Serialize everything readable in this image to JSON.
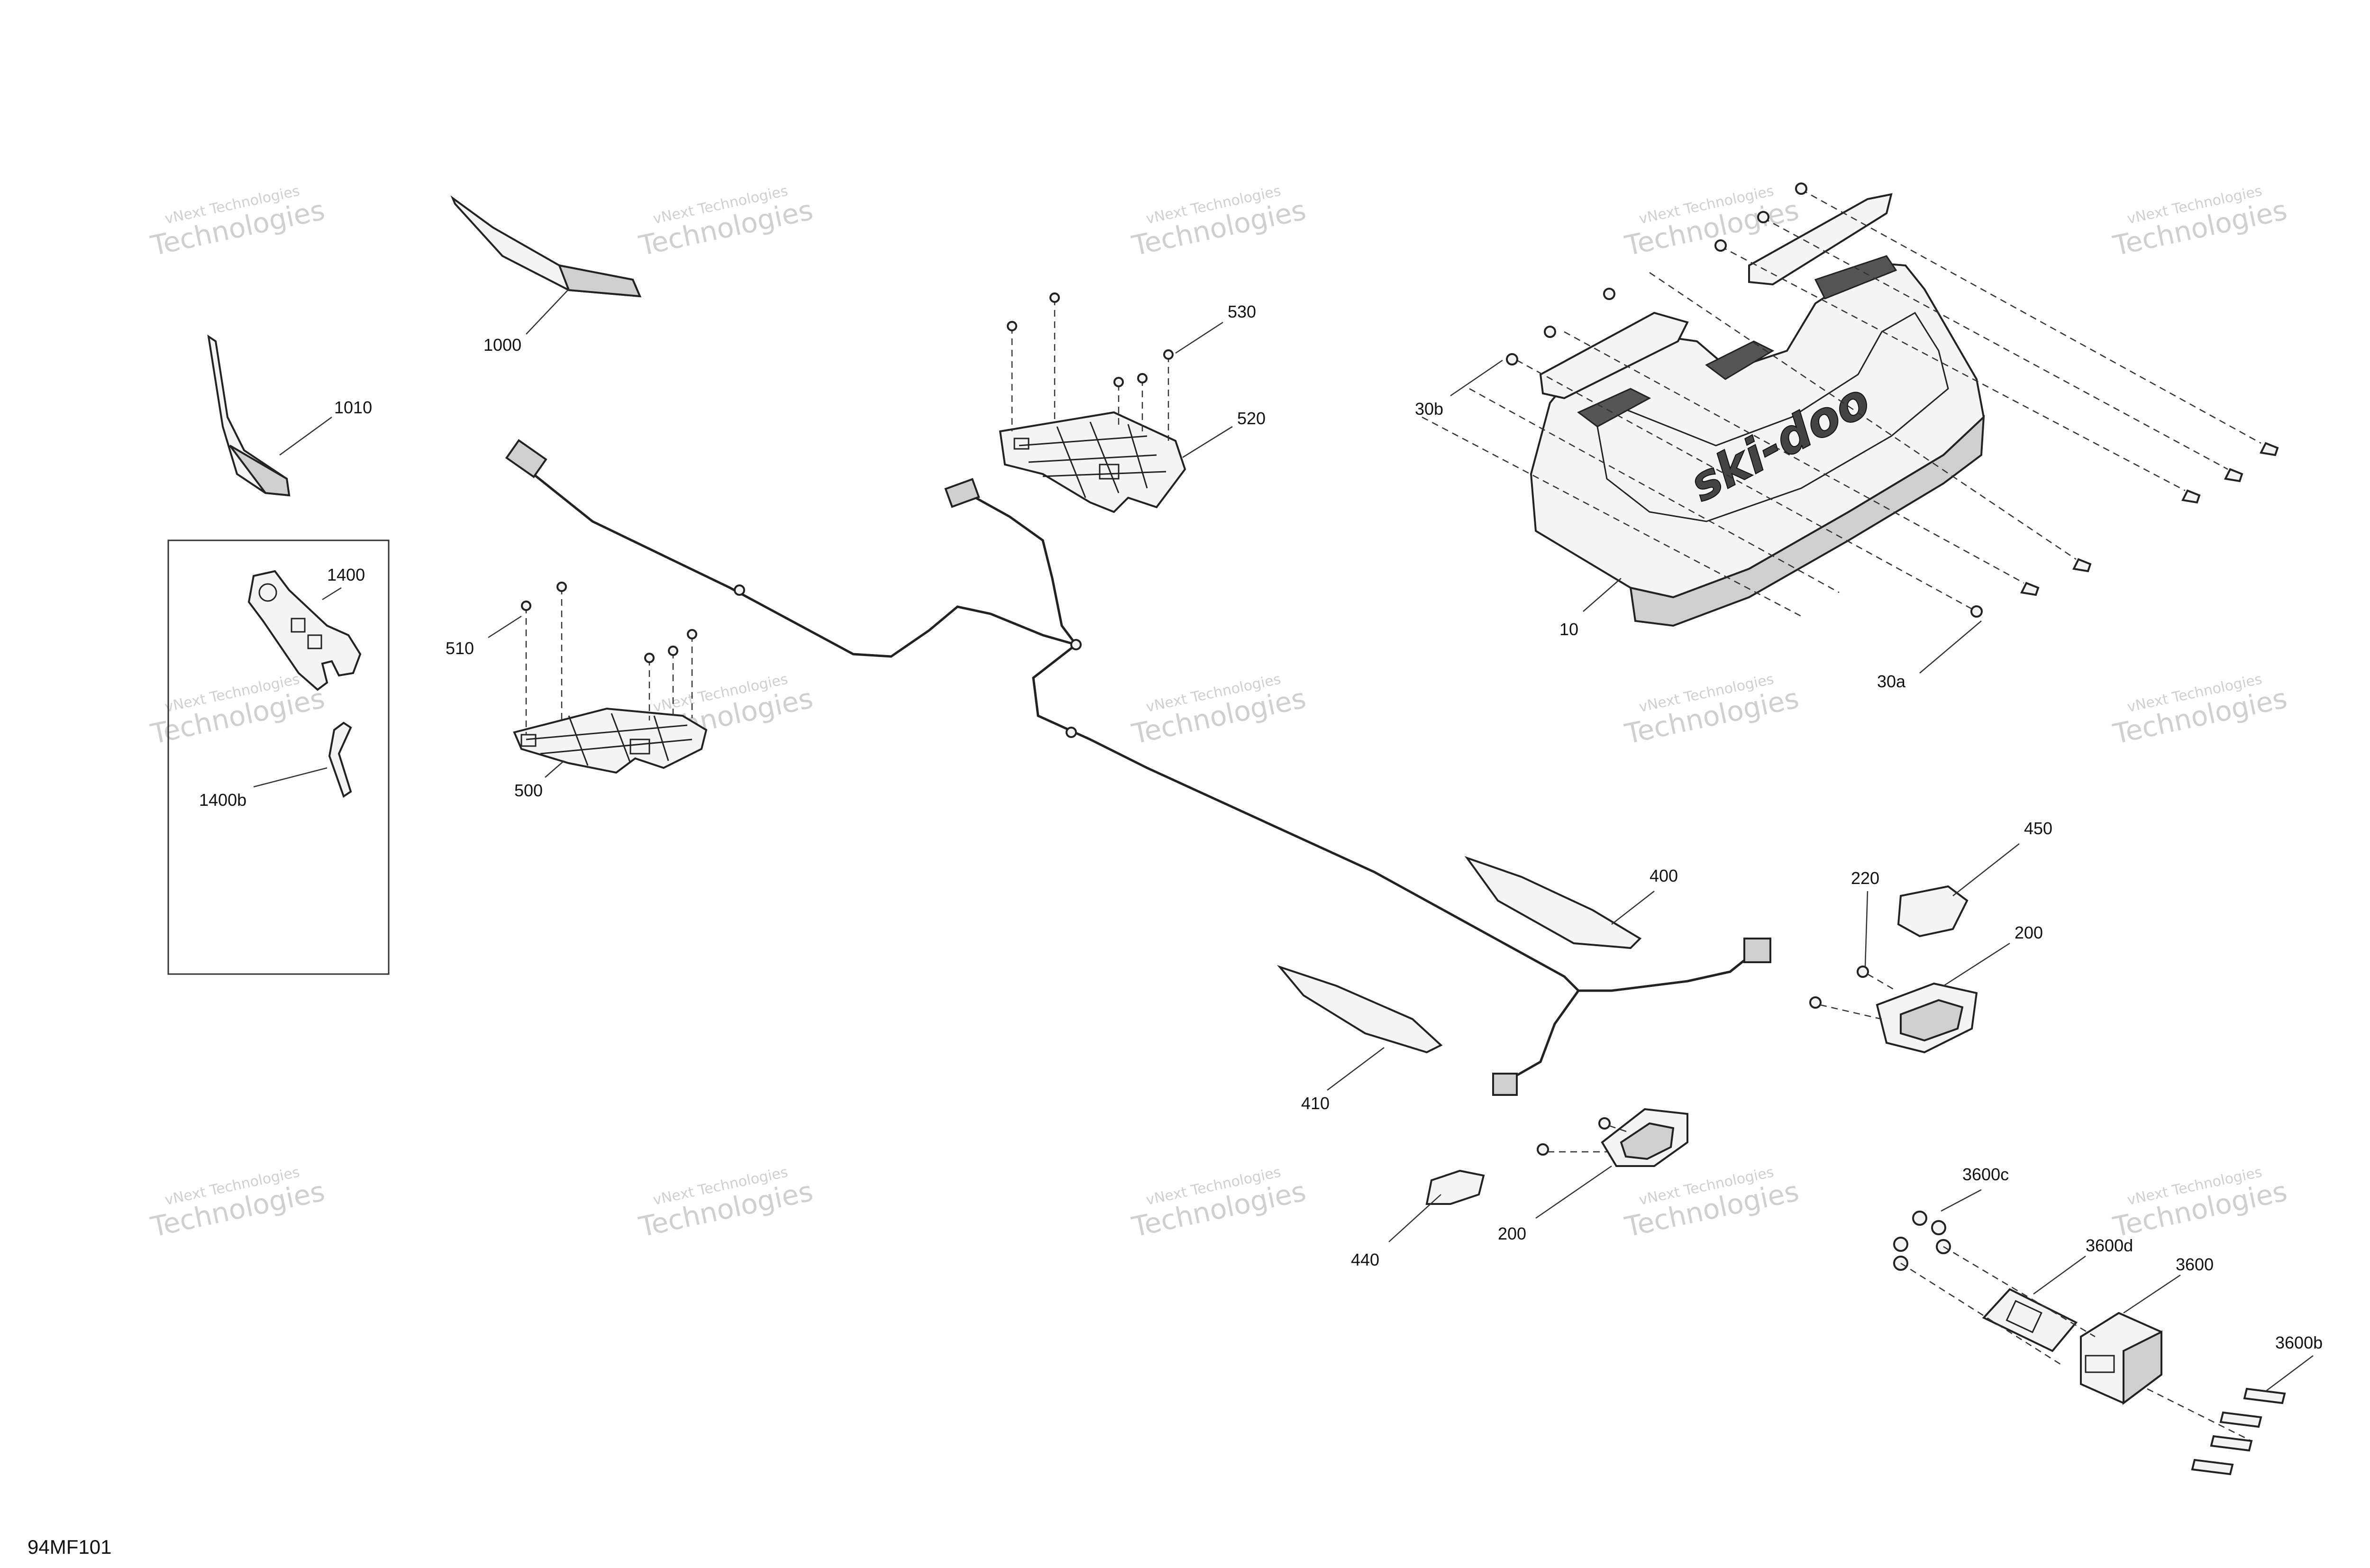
{
  "figure_code": "94MF101",
  "watermark": {
    "line1": "vNext Technologies",
    "line2": "Technologies"
  },
  "callouts": {
    "c10": "10",
    "c30a": "30a",
    "c30b": "30b",
    "c200a": "200",
    "c200b": "200",
    "c220": "220",
    "c400": "400",
    "c410": "410",
    "c440": "440",
    "c450": "450",
    "c500": "500",
    "c510": "510",
    "c520": "520",
    "c530": "530",
    "c1000": "1000",
    "c1010": "1010",
    "c1400": "1400",
    "c1400b": "1400b",
    "c3600": "3600",
    "c3600b": "3600b",
    "c3600c": "3600c",
    "c3600d": "3600d"
  },
  "logo_text": "ski-doo"
}
